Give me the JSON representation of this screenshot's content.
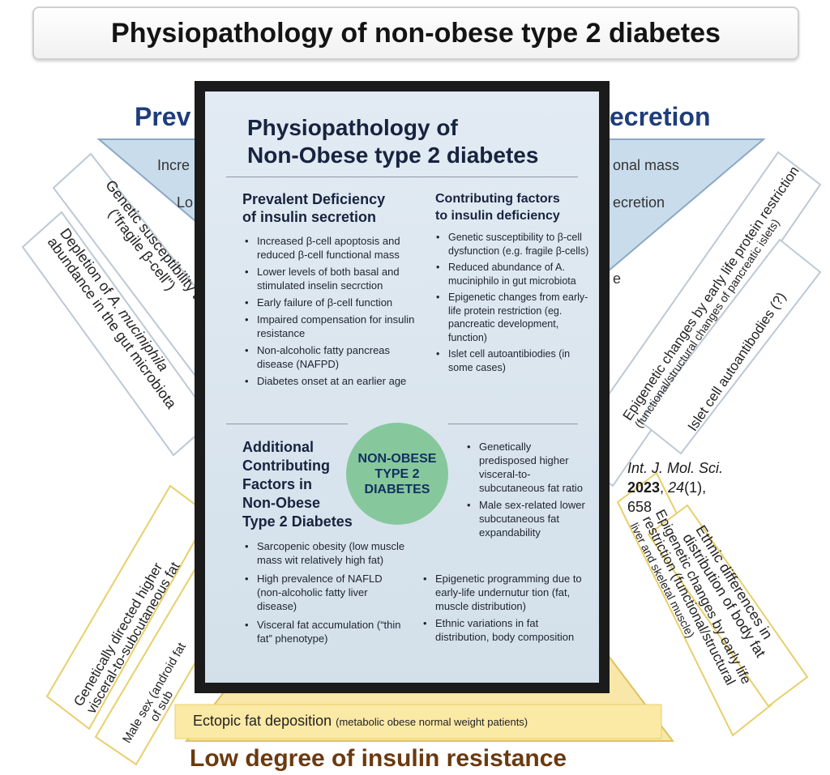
{
  "header": {
    "title": "Physiopathology of non-obese type 2 diabetes"
  },
  "background": {
    "top_heading_left": "Prev",
    "top_heading_right": "ecretion",
    "triangle_left_1": "Incre",
    "triangle_left_2": "Lo",
    "triangle_right_1": "onal mass",
    "triangle_right_2": "ecretion",
    "triangle_right_3": "e",
    "left_box_1_line1": "Genetic susceptibility to",
    "left_box_1_line2": "(\"fragile β-cell\")",
    "left_box_2_line1_a": "Depletion of ",
    "left_box_2_line1_b": "A. muciniphila",
    "left_box_2_line2": "abundance in the gut microbiota",
    "right_box_1_line1": "Epigenetic changes by early life protein restriction",
    "right_box_1_line2": "(functional/structural changes of pancreatic islets)",
    "right_box_2": "Islet cell autoantibodies (?)",
    "bottom_left_1_line1": "Genetically directed higher",
    "bottom_left_1_line2": "visceral-to-subcutaneous fat",
    "bottom_left_2_line1": "Male sex (android fat",
    "bottom_left_2_line2": "of sub",
    "bottom_right_1_line1": "Epigenetic changes by early life",
    "bottom_right_1_line2": "restriction (functional/structural",
    "bottom_right_1_line3": "liver and skeletal muscle)",
    "bottom_right_2_line1": "Ethnic differences in",
    "bottom_right_2_line2": "distribution of body fat",
    "ectopic_main": "Ectopic fat deposition",
    "ectopic_note": "(metabolic obese normal weight patients)",
    "low_heading": "Low degree of insulin resistance"
  },
  "citation": {
    "journal": "Int. J. Mol. Sci.",
    "year": "2023",
    "volume": "24",
    "issue": "(1),",
    "pages": "658"
  },
  "card": {
    "title_line1": "Physiopathology of",
    "title_line2": "Non-Obese type 2 diabetes",
    "prevalent": {
      "heading_line1": "Prevalent Deficiency",
      "heading_line2": "of insulin secretion",
      "items": [
        "Increased β-cell apoptosis and reduced β-cell functional mass",
        "Lower levels of both basal and stimulated inselin secrction",
        "Early failure of β-cell function",
        "Impaired compensation for insulin resistance",
        "Non-alcoholic fatty pancreas disease (NAFPD)",
        "Diabetes onset at an earlier age"
      ]
    },
    "contributing": {
      "heading_line1": "Contributing factors",
      "heading_line2": "to insulin deficiency",
      "items": [
        "Genetic susceptibility to β-cell dysfunction (e.g. fragile β-cells)",
        "Reduced abundance of A. muciniphilo in gut microbiota",
        "Epigenetic changes from early-life protein restriction (eg. pancreatic development, function)",
        "Islet cell autoantibiodies (in some cases)"
      ]
    },
    "additional": {
      "heading_lines": [
        "Additional",
        "Contributing",
        "Factors in",
        "Non-Obese",
        "Type 2 Diabetes"
      ],
      "items": [
        "Sarcopenic obesity (low muscle mass wit relatively high fat)",
        "High prevalence of NAFLD (non-alcoholic fatty liver disease)",
        "Visceral fat accumulation (“thin fat” phenotype)"
      ]
    },
    "circle": {
      "line1": "NON-OBESE",
      "line2": "TYPE 2",
      "line3": "DIABETES"
    },
    "right_items_top": [
      "Genetically predisposed higher visceral-to-subcutaneous fat ratio",
      "Male sex-related lower subcutaneous fat expandability"
    ],
    "right_items_bottom": [
      "Epigenetic programming due to early-life undernutur tion (fat, muscle distribution)",
      "Ethnic variations in fat distribution, body composition"
    ]
  },
  "colors": {
    "top_heading": "#1f3d7a",
    "triangle_fill": "#c9dcec",
    "lower_fill": "#f8e7a8",
    "circle": "#86c89c",
    "card_bg": "#dbe6ef",
    "card_frame": "#1b1b1b"
  }
}
